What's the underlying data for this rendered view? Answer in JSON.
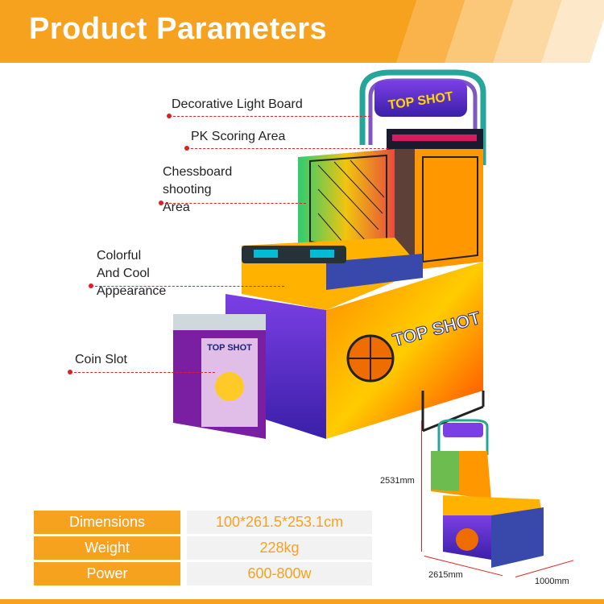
{
  "header": {
    "title": "Product Parameters"
  },
  "callouts": [
    {
      "label": "Decorative Light Board"
    },
    {
      "label": "PK Scoring Area"
    },
    {
      "label": "Chessboard\nshooting Area"
    },
    {
      "label": "Colorful And Cool\nAppearance"
    },
    {
      "label": "Coin Slot"
    }
  ],
  "machine": {
    "brand_text": "TOP SHOT"
  },
  "specs": [
    {
      "key": "Dimensions",
      "value": "100*261.5*253.1cm"
    },
    {
      "key": "Weight",
      "value": "228kg"
    },
    {
      "key": "Power",
      "value": "600-800w"
    }
  ],
  "dimensions": {
    "height": "2531mm",
    "length": "2615mm",
    "width": "1000mm"
  },
  "colors": {
    "accent": "#f7a21e",
    "callout_line": "#e02020"
  }
}
